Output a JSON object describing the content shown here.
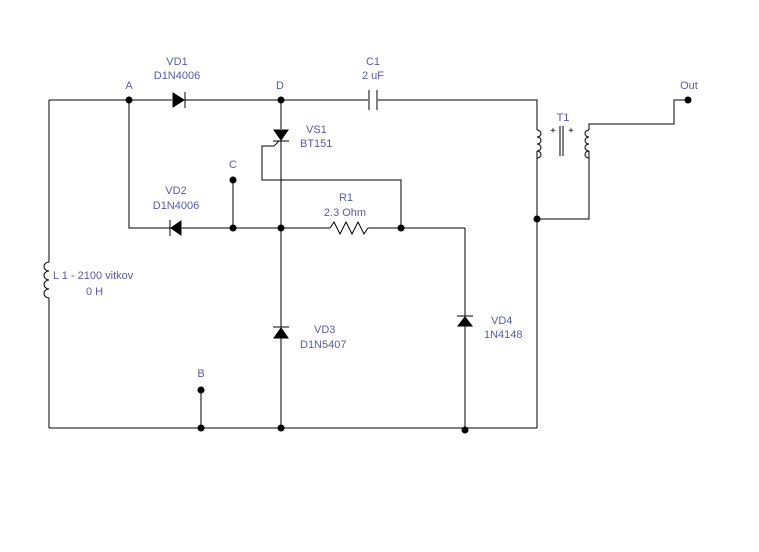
{
  "colors": {
    "wire": "#000000",
    "label": "#5a5aa8",
    "background": "#ffffff"
  },
  "nodes": {
    "a": "A",
    "b": "B",
    "c": "C",
    "d": "D",
    "out": "Out"
  },
  "components": {
    "vd1": {
      "ref": "VD1",
      "value": "D1N4006"
    },
    "vd2": {
      "ref": "VD2",
      "value": "D1N4006"
    },
    "vd3": {
      "ref": "VD3",
      "value": "D1N5407"
    },
    "vd4": {
      "ref": "VD4",
      "value": "1N4148"
    },
    "vs1": {
      "ref": "VS1",
      "value": "BT151"
    },
    "c1": {
      "ref": "C1",
      "value": "2 uF"
    },
    "r1": {
      "ref": "R1",
      "value": "2.3  Ohm"
    },
    "l1": {
      "ref": "L 1 - 2100 vitkov",
      "value": "0 H"
    },
    "t1": {
      "ref": "T1"
    }
  },
  "transformer_marks": {
    "primary": "+",
    "secondary": "+"
  }
}
